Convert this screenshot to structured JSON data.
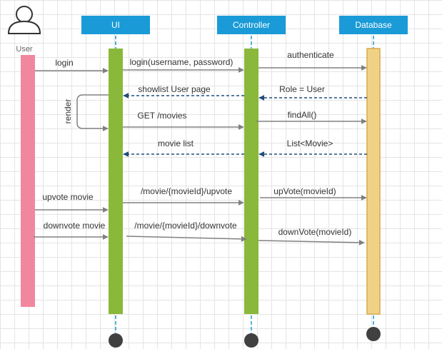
{
  "actor": {
    "label": "User"
  },
  "participants": {
    "ui": {
      "label": "UI"
    },
    "controller": {
      "label": "Controller"
    },
    "database": {
      "label": "Database"
    }
  },
  "colors": {
    "header": "#1a9bd7",
    "user_bar": "#f0879f",
    "ui_bar": "#8ab83a",
    "controller_bar": "#8ab83a",
    "database_bar": "#f0d287",
    "solid_arrow": "#808080",
    "return_arrow": "#1f4e79",
    "terminator": "#404040"
  },
  "messages": {
    "login": "login",
    "login_creds": "login(username, password)",
    "authenticate": "authenticate",
    "showlist": "showlist User page",
    "role": "Role = User",
    "render": "render",
    "get_movies": "GET /movies",
    "find_all": "findAll()",
    "movie_list": "movie list",
    "list_movie": "List<Movie>",
    "upvote_movie": "upvote movie",
    "upvote_path": "/movie/{movieId}/upvote",
    "upvote_call": "upVote(movieId)",
    "downvote_movie": "downvote movie",
    "downvote_path": "/movie/{movieId}/downvote",
    "downvote_call": "downVote(movieId)"
  }
}
